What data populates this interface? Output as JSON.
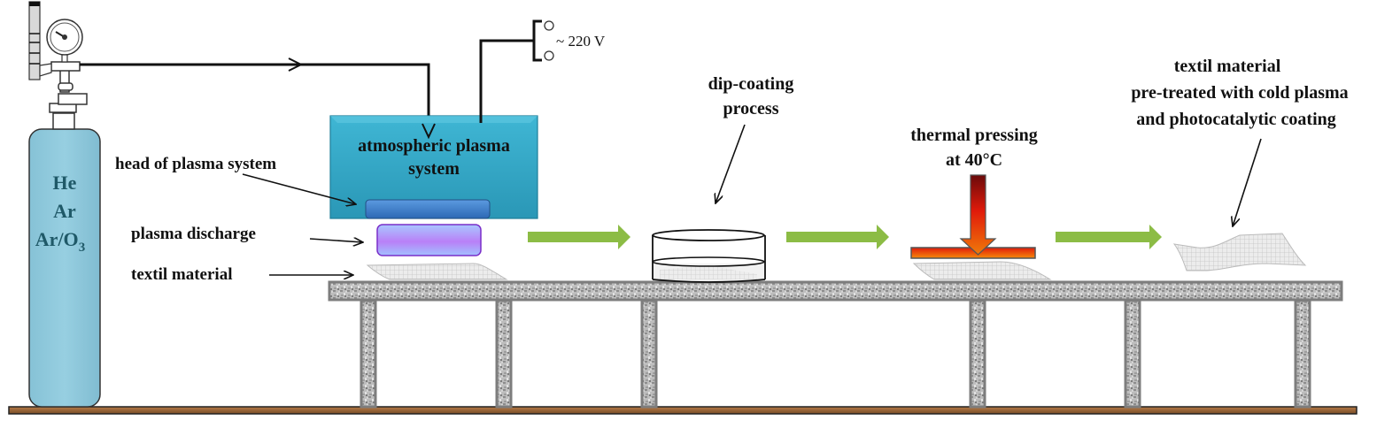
{
  "diagram": {
    "title": "Textile treatment process with cold atmospheric plasma and photocatalytic coating",
    "gas_cylinder": {
      "gases": [
        "He",
        "Ar",
        "Ar/O"
      ],
      "gas_subscript": "3"
    },
    "power_supply": {
      "label": "~ 220 V"
    },
    "plasma_box": {
      "line1": "atmospheric plasma",
      "line2": "system"
    },
    "labels": {
      "head": "head of plasma system",
      "discharge": "plasma discharge",
      "textile": "textil material",
      "dip_line1": "dip-coating",
      "dip_line2": "process",
      "thermal_line1": "thermal pressing",
      "thermal_line2": "at 40°C",
      "final_line1": "textil material",
      "final_line2": "pre-treated with cold plasma",
      "final_line3": "and photocatalytic coating"
    },
    "colors": {
      "cylinder": "#92c9dc",
      "plasma_box": "#33a8c6",
      "head": "#3d7fcf",
      "discharge": "#b28cf5",
      "flow_arrow": "#8cbc45",
      "floor": "#9a6a3e",
      "table": "#8a8a8a"
    }
  }
}
